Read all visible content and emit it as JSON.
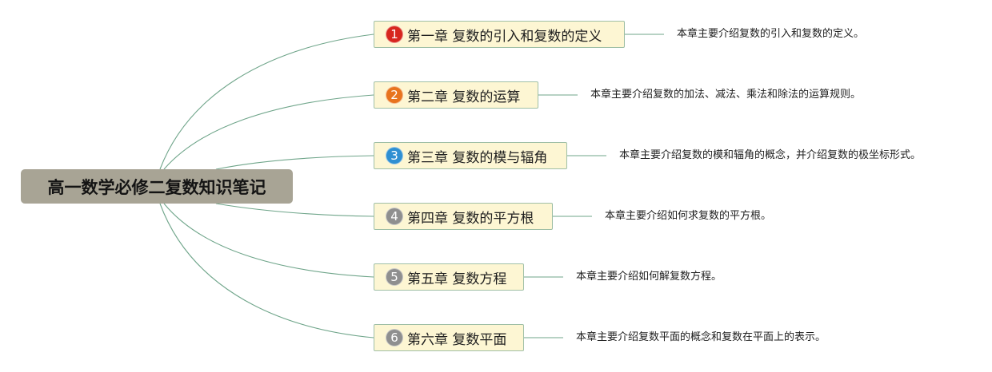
{
  "root": {
    "title": "高一数学必修二复数知识笔记",
    "color": "#a8a495"
  },
  "connector_color": "#6fa58a",
  "chapters": [
    {
      "number": "1",
      "title": "第一章 复数的引入和复数的定义",
      "badge_color": "#d7261e",
      "description": "本章主要介绍复数的引入和复数的定义。"
    },
    {
      "number": "2",
      "title": "第二章 复数的运算",
      "badge_color": "#e8731e",
      "description": "本章主要介绍复数的加法、减法、乘法和除法的运算规则。"
    },
    {
      "number": "3",
      "title": "第三章 复数的模与辐角",
      "badge_color": "#2f8fd2",
      "description": "本章主要介绍复数的模和辐角的概念，并介绍复数的极坐标形式。"
    },
    {
      "number": "4",
      "title": "第四章 复数的平方根",
      "badge_color": "#8f8f8f",
      "description": "本章主要介绍如何求复数的平方根。"
    },
    {
      "number": "5",
      "title": "第五章 复数方程",
      "badge_color": "#8f8f8f",
      "description": "本章主要介绍如何解复数方程。"
    },
    {
      "number": "6",
      "title": "第六章 复数平面",
      "badge_color": "#8f8f8f",
      "description": "本章主要介绍复数平面的概念和复数在平面上的表示。"
    }
  ]
}
